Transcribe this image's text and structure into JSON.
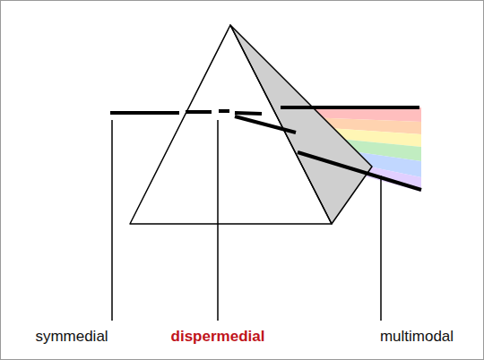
{
  "diagram": {
    "labels": [
      "symmedial",
      "dispermedial",
      "multimodal"
    ]
  }
}
